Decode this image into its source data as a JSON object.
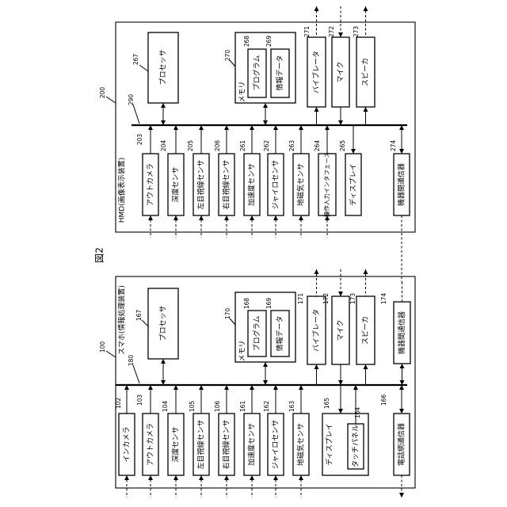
{
  "figure_label": "図2",
  "smartphone": {
    "ref": "100",
    "title": "スマホ(情報処理装置)",
    "bus_ref": "180",
    "processor": {
      "label": "プロセッサ",
      "ref": "167"
    },
    "memory": {
      "label": "メモリ",
      "ref": "170",
      "program": {
        "label": "プログラム",
        "ref": "168"
      },
      "info": {
        "label": "情報データ",
        "ref": "169"
      }
    },
    "outputs": [
      {
        "label": "バイブレータ",
        "ref": "171"
      },
      {
        "label": "マイク",
        "ref": "172"
      },
      {
        "label": "スピーカ",
        "ref": "173"
      },
      {
        "label": "機器間通信器",
        "ref": "174"
      }
    ],
    "inputs": [
      {
        "label": "インカメラ",
        "ref": "102"
      },
      {
        "label": "アウトカメラ",
        "ref": "103"
      },
      {
        "label": "深度センサ",
        "ref": "104"
      },
      {
        "label": "左目視線センサ",
        "ref": "105"
      },
      {
        "label": "右目視線センサ",
        "ref": "106"
      },
      {
        "label": "加速度センサ",
        "ref": "161"
      },
      {
        "label": "ジャイロセンサ",
        "ref": "162"
      },
      {
        "label": "地磁気センサ",
        "ref": "163"
      },
      {
        "label": "ディスプレイ",
        "ref": "165"
      },
      {
        "label": "電話網通信器",
        "ref": "166"
      }
    ],
    "touch_panel": {
      "label": "タッチパネル",
      "ref": "164"
    }
  },
  "hmd": {
    "ref": "200",
    "title": "HMD(画像表示装置)",
    "bus_ref": "290",
    "processor": {
      "label": "プロセッサ",
      "ref": "267"
    },
    "memory": {
      "label": "メモリ",
      "ref": "270",
      "program": {
        "label": "プログラム",
        "ref": "268"
      },
      "info": {
        "label": "情報データ",
        "ref": "269"
      }
    },
    "outputs": [
      {
        "label": "バイブレータ",
        "ref": "271"
      },
      {
        "label": "マイク",
        "ref": "272"
      },
      {
        "label": "スピーカ",
        "ref": "273"
      }
    ],
    "inputs": [
      {
        "label": "アウトカメラ",
        "ref": "203"
      },
      {
        "label": "深度センサ",
        "ref": "204"
      },
      {
        "label": "左目視線センサ",
        "ref": "205"
      },
      {
        "label": "右目視線センサ",
        "ref": "206"
      },
      {
        "label": "加速度センサ",
        "ref": "261"
      },
      {
        "label": "ジャイロセンサ",
        "ref": "262"
      },
      {
        "label": "地磁気センサ",
        "ref": "263"
      },
      {
        "label": "操作入力インタフェース",
        "ref": "264"
      },
      {
        "label": "ディスプレイ",
        "ref": "265"
      },
      {
        "label": "機器間通信器",
        "ref": "274"
      }
    ]
  }
}
